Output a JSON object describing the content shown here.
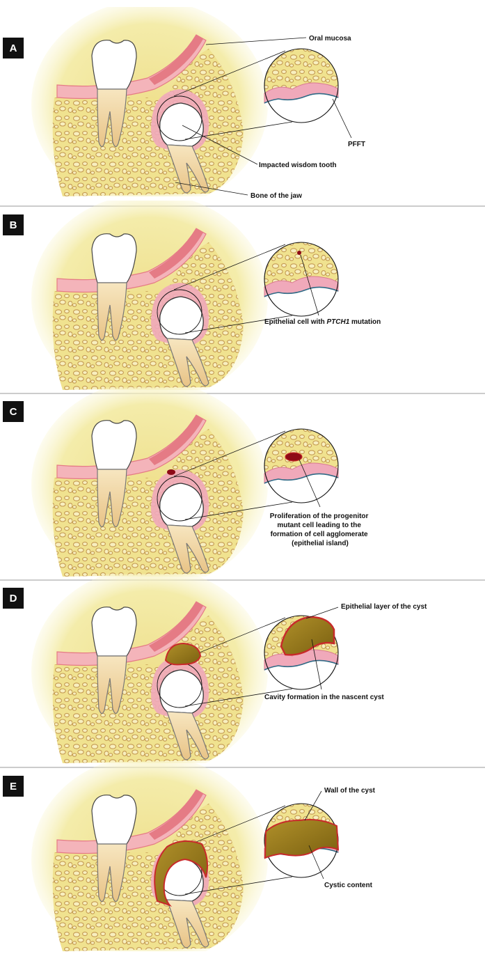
{
  "colors": {
    "background": "#ffffff",
    "bone_halo": "#f6f2a8",
    "bone_fill": "#efe08e",
    "trabecula": "#c49a52",
    "mucosa": "#e57b85",
    "mucosa_light": "#f4b4ba",
    "follicle": "#f0a9ba",
    "epithelium_blue": "#2f6a86",
    "mutation": "#8e0a17",
    "cyst_content": "#8e7418",
    "cyst_wall": "#c82a2a",
    "enamel": "#ffffff",
    "root": "#f2d8a2",
    "panel_badge": "#111111"
  },
  "panels": [
    {
      "letter": "A",
      "labels": [
        {
          "text": "Oral mucosa"
        },
        {
          "text": "PFFT"
        },
        {
          "text": "Impacted wisdom tooth"
        },
        {
          "text": "Bone of the jaw"
        }
      ]
    },
    {
      "letter": "B",
      "labels": [
        {
          "parts": [
            "Epithelial cell with ",
            "PTCH1",
            " mutation"
          ]
        }
      ]
    },
    {
      "letter": "C",
      "labels": [
        {
          "lines": [
            "Proliferation of the progenitor",
            "mutant cell leading to the",
            "formation of cell agglomerate",
            "(epithelial island)"
          ]
        }
      ]
    },
    {
      "letter": "D",
      "labels": [
        {
          "text": "Epithelial layer of the cyst"
        },
        {
          "text": "Cavity formation in the nascent cyst"
        }
      ]
    },
    {
      "letter": "E",
      "labels": [
        {
          "text": "Wall of the cyst"
        },
        {
          "text": "Cystic content"
        }
      ]
    }
  ]
}
